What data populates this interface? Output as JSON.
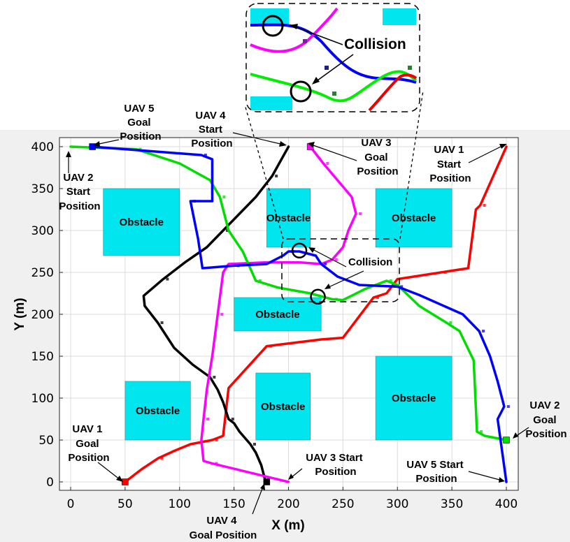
{
  "chart_data": {
    "type": "line",
    "xlabel": "X  (m)",
    "ylabel": "Y (m)",
    "xlim": [
      -10,
      410
    ],
    "ylim": [
      -10,
      410
    ],
    "xticks": [
      0,
      50,
      100,
      150,
      200,
      250,
      300,
      350,
      400
    ],
    "yticks": [
      0,
      50,
      100,
      150,
      200,
      250,
      300,
      350,
      400
    ],
    "grid": true,
    "obstacles": [
      {
        "label": "Obstacle",
        "x0": 30,
        "x1": 100,
        "y0": 270,
        "y1": 350
      },
      {
        "label": "Obstacle",
        "x0": 180,
        "x1": 220,
        "y0": 280,
        "y1": 350
      },
      {
        "label": "Obstacle",
        "x0": 280,
        "x1": 350,
        "y0": 280,
        "y1": 350
      },
      {
        "label": "Obstacle",
        "x0": 150,
        "x1": 230,
        "y0": 180,
        "y1": 220
      },
      {
        "label": "Obstacle",
        "x0": 50,
        "x1": 110,
        "y0": 50,
        "y1": 120
      },
      {
        "label": "Obstacle",
        "x0": 170,
        "x1": 220,
        "y0": 50,
        "y1": 130
      },
      {
        "label": "Obstacle",
        "x0": 280,
        "x1": 350,
        "y0": 50,
        "y1": 150
      }
    ],
    "series": [
      {
        "color": "#ff0000",
        "x": [
          400,
          376,
          372,
          365,
          340,
          300,
          290,
          278,
          250,
          230,
          180,
          145,
          140,
          130,
          110,
          95,
          80,
          65,
          50
        ],
        "y": [
          400,
          330,
          325,
          255,
          250,
          242,
          225,
          220,
          172,
          170,
          162,
          112,
          55,
          50,
          45,
          37,
          28,
          15,
          0
        ]
      },
      {
        "color": "#000000",
        "x": [
          200,
          185,
          170,
          155,
          140,
          125,
          105,
          85,
          67,
          68,
          80,
          95,
          112,
          128,
          135,
          140,
          145,
          150,
          155,
          165,
          170,
          175,
          178,
          180
        ],
        "y": [
          400,
          365,
          340,
          320,
          300,
          280,
          262,
          242,
          222,
          210,
          190,
          160,
          140,
          125,
          110,
          95,
          75,
          70,
          60,
          45,
          35,
          20,
          5,
          0
        ]
      },
      {
        "color": "#ff00ff",
        "x": [
          220,
          232,
          245,
          258,
          262,
          255,
          250,
          240,
          230,
          210,
          180,
          145,
          140,
          135,
          130,
          125,
          122,
          120,
          122,
          130,
          200
        ],
        "y": [
          400,
          380,
          360,
          340,
          320,
          300,
          280,
          265,
          260,
          262,
          262,
          260,
          250,
          200,
          150,
          110,
          75,
          50,
          25,
          22,
          0
        ]
      },
      {
        "color": "#00dd00",
        "x": [
          0,
          60,
          100,
          128,
          137,
          145,
          158,
          170,
          190,
          220,
          240,
          250,
          270,
          290,
          300,
          320,
          345,
          357,
          370,
          373,
          380,
          400
        ],
        "y": [
          400,
          397,
          380,
          360,
          340,
          300,
          275,
          240,
          232,
          225,
          218,
          217,
          230,
          240,
          235,
          210,
          190,
          180,
          145,
          60,
          55,
          50
        ]
      },
      {
        "color": "#0000ff",
        "x": [
          20,
          120,
          130,
          130,
          110,
          117,
          121,
          150,
          180,
          195,
          200,
          210,
          225,
          230,
          245,
          265,
          300,
          320,
          360,
          375,
          385,
          392,
          398,
          392,
          400
        ],
        "y": [
          400,
          390,
          385,
          335,
          335,
          290,
          255,
          258,
          260,
          270,
          275,
          275,
          270,
          260,
          245,
          235,
          233,
          223,
          200,
          180,
          150,
          120,
          90,
          75,
          0
        ]
      }
    ],
    "markers": [
      {
        "color": "#0000ff",
        "x": 20,
        "y": 400
      },
      {
        "color": "#ff00ff",
        "x": 220,
        "y": 400
      },
      {
        "color": "#00dd00",
        "x": 400,
        "y": 50
      },
      {
        "color": "#ff0000",
        "x": 50,
        "y": 0
      },
      {
        "color": "#000000",
        "x": 180,
        "y": 0
      }
    ]
  },
  "annotations": {
    "uav5_goal": [
      "UAV 5",
      "Goal",
      "Position"
    ],
    "uav4_start": [
      "UAV 4",
      "Start",
      "Position"
    ],
    "uav3_goal": [
      "UAV 3",
      "Goal",
      "Position"
    ],
    "uav1_start": [
      "UAV 1",
      "Start",
      "Position"
    ],
    "uav2_start": [
      "UAV 2",
      "Start",
      "Position"
    ],
    "uav1_goal": [
      "UAV 1",
      "Goal",
      "Position"
    ],
    "uav3_start": [
      "UAV 3 Start",
      "Position"
    ],
    "uav5_start": [
      "UAV 5 Start",
      "Position"
    ],
    "uav2_goal": [
      "UAV 2",
      "Goal",
      "Position"
    ],
    "uav4_goal": [
      "UAV 4",
      "Goal Position"
    ],
    "collision": "Collision",
    "collision_inset": "Collision"
  }
}
